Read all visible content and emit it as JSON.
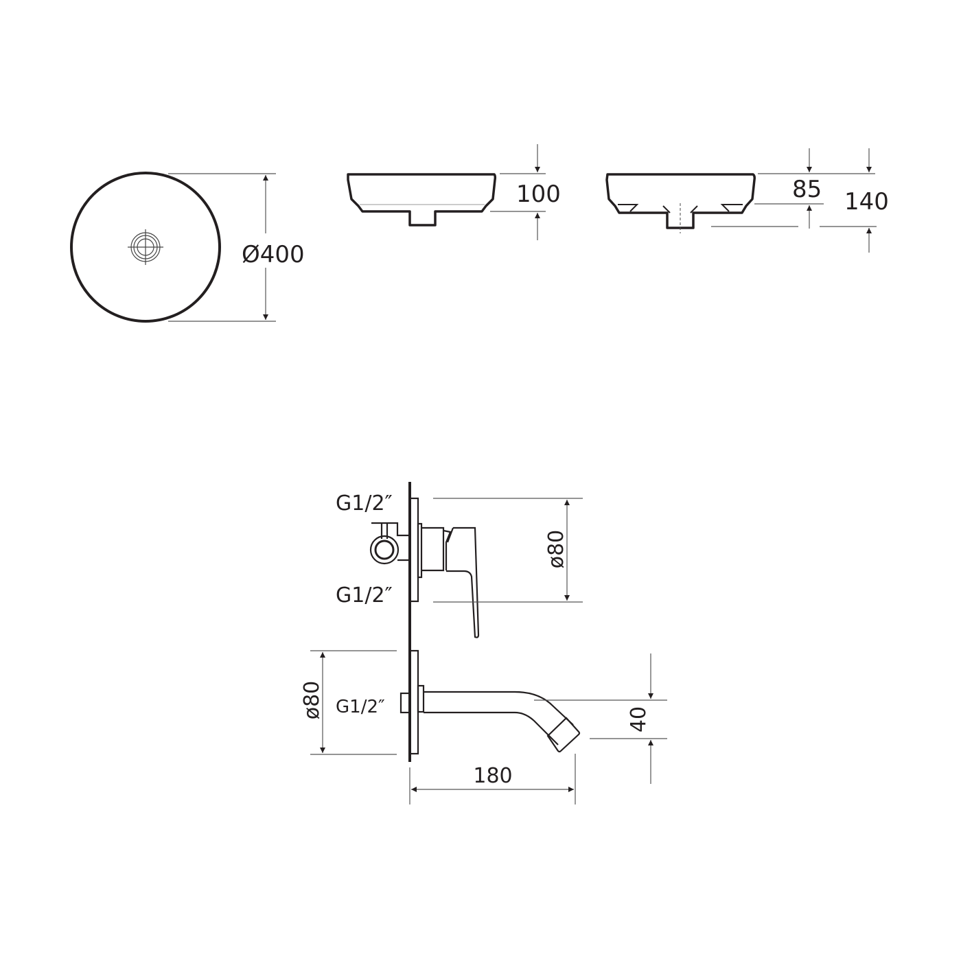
{
  "drawing": {
    "basin_top_view": {
      "diameter_label": "Ø400"
    },
    "basin_side_view_a": {
      "height_label": "100"
    },
    "basin_side_view_b": {
      "inner_height_label": "85",
      "total_height_label": "140"
    },
    "mixer_view": {
      "inlet_top_label": "G1/2″",
      "inlet_bottom_label": "G1/2″",
      "plate_diameter_label": "ø80"
    },
    "spout_view": {
      "inlet_label": "G1/2″",
      "plate_diameter_label": "ø80",
      "projection_label": "180",
      "drop_label": "40"
    }
  },
  "colors": {
    "line": "#231f20",
    "dimension": "#555555",
    "background": "#ffffff"
  }
}
